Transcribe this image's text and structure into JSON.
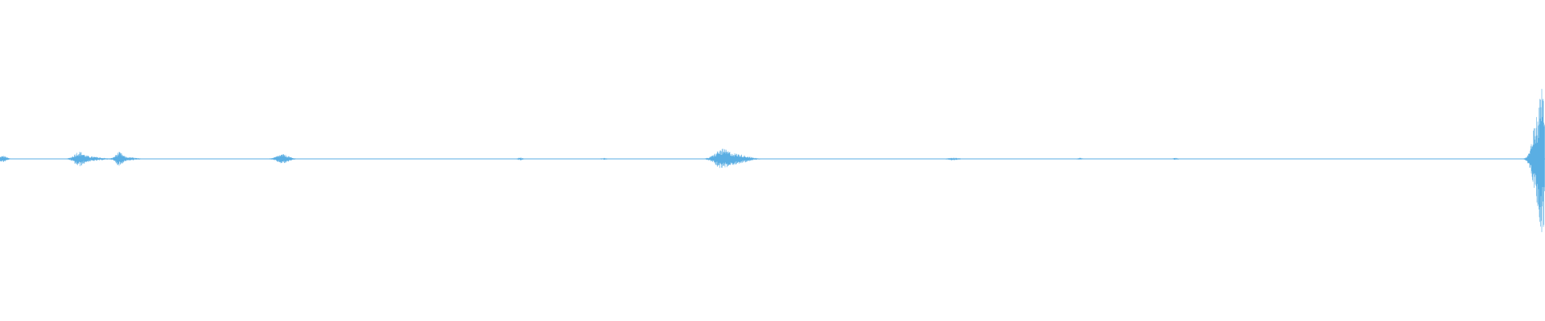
{
  "waveform": {
    "color": "#5aaee3",
    "background": "#ffffff"
  },
  "chart_data": {
    "type": "area",
    "title": "",
    "xlabel": "",
    "ylabel": "",
    "grid": false,
    "legend": "none",
    "x_range": [
      0,
      1
    ],
    "amplitude_range": [
      -1,
      1
    ],
    "baseline_amplitude": 0.003,
    "bursts": [
      {
        "center": 0.002,
        "amplitude": 0.04,
        "width": 0.003
      },
      {
        "center": 0.051,
        "amplitude": 0.08,
        "width": 0.004
      },
      {
        "center": 0.058,
        "amplitude": 0.03,
        "width": 0.009
      },
      {
        "center": 0.077,
        "amplitude": 0.08,
        "width": 0.003
      },
      {
        "center": 0.083,
        "amplitude": 0.02,
        "width": 0.006
      },
      {
        "center": 0.183,
        "amplitude": 0.06,
        "width": 0.005
      },
      {
        "center": 0.337,
        "amplitude": 0.015,
        "width": 0.002
      },
      {
        "center": 0.391,
        "amplitude": 0.01,
        "width": 0.002
      },
      {
        "center": 0.467,
        "amplitude": 0.11,
        "width": 0.006
      },
      {
        "center": 0.477,
        "amplitude": 0.06,
        "width": 0.009
      },
      {
        "center": 0.617,
        "amplitude": 0.015,
        "width": 0.004
      },
      {
        "center": 0.699,
        "amplitude": 0.01,
        "width": 0.002
      },
      {
        "center": 0.761,
        "amplitude": 0.01,
        "width": 0.002
      },
      {
        "center": 0.995,
        "amplitude": 0.55,
        "width": 0.004
      },
      {
        "center": 0.9985,
        "amplitude": 0.9,
        "width": 0.002
      }
    ]
  }
}
